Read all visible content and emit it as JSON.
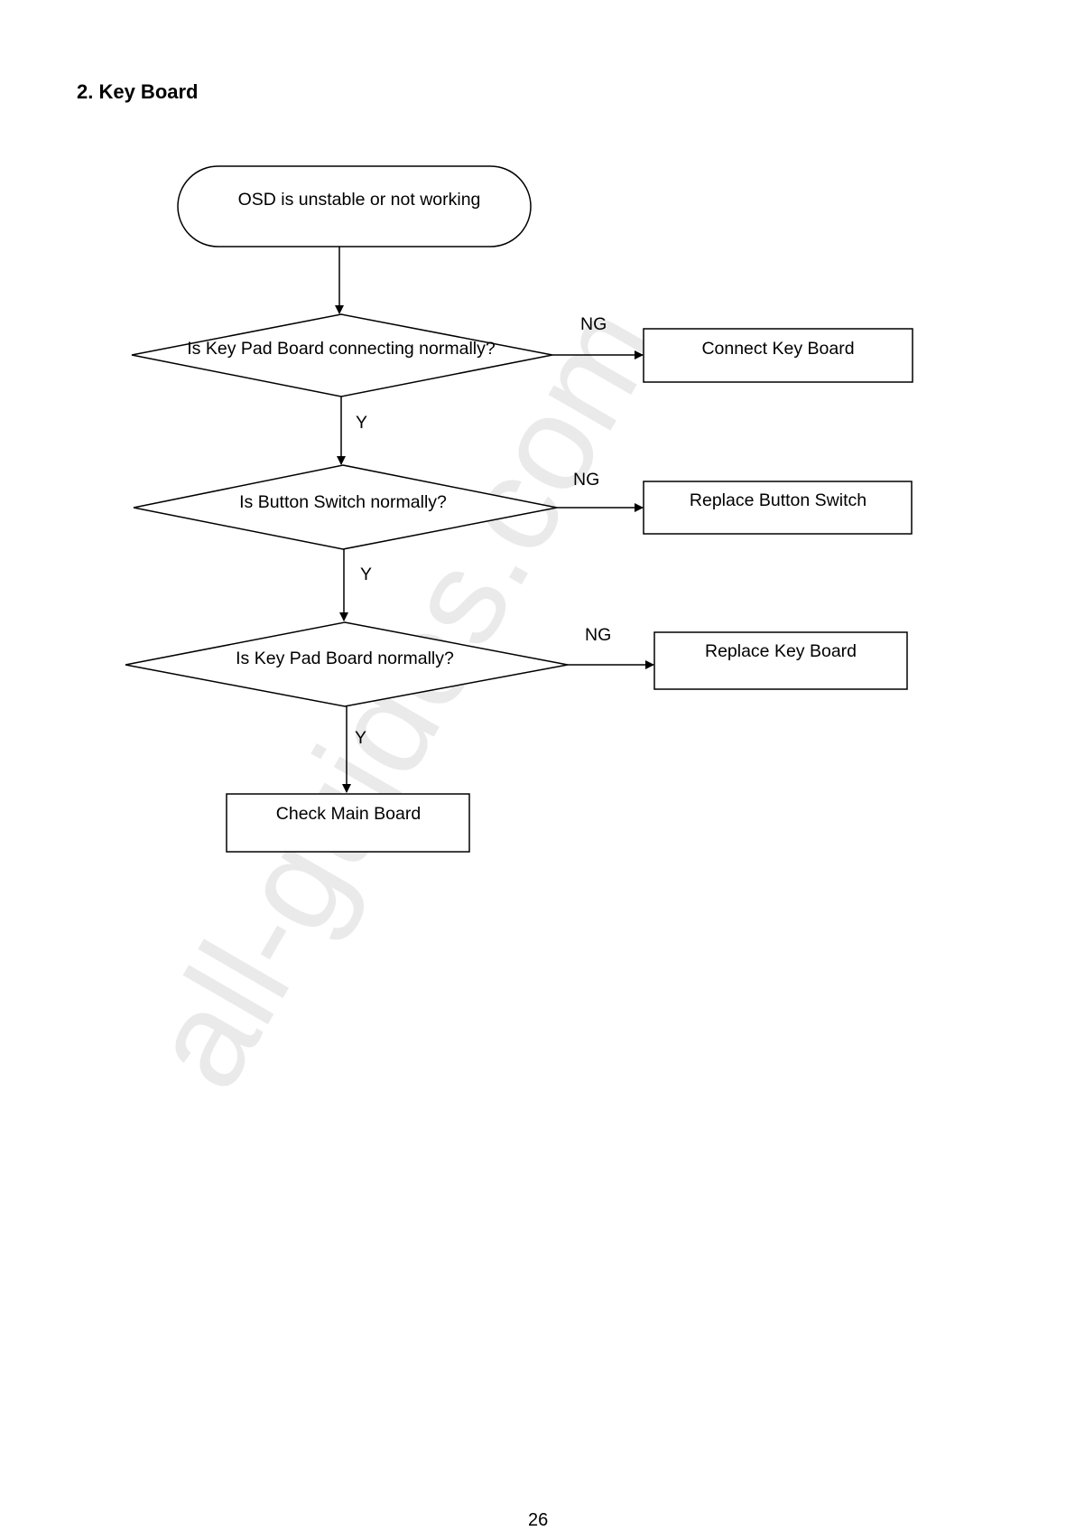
{
  "page": {
    "title": "2. Key Board",
    "watermark": "all-guides.com",
    "page_number": "26"
  },
  "flowchart": {
    "start": "OSD is unstable or not working",
    "decision_1": "Is Key Pad Board connecting normally?",
    "decision_2": "Is Button Switch normally?",
    "decision_3": "Is Key Pad Board normally?",
    "action_1": "Connect Key Board",
    "action_2": "Replace Button Switch",
    "action_3": "Replace Key Board",
    "action_final": "Check Main Board",
    "label_ng": "NG",
    "label_yes": "Y"
  }
}
